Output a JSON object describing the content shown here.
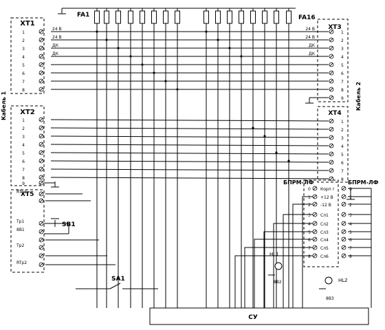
{
  "labels": {
    "fa_first": "FA1",
    "fa_last": "FA16",
    "cable1": "Кабель 1",
    "cable2": "Кабель 2",
    "control_unit": "СУ",
    "switch": "SA1",
    "button": "SB1",
    "bprm_left": "БПРМ-ЛФ",
    "bprm_right": "БПРМ-ЛФ",
    "lamp1": "HL1",
    "lamp2": "HL2",
    "plug1": "8В2",
    "plug2": "8В3"
  },
  "blocks": {
    "xt1": {
      "title": "XT1",
      "pins": [
        "1",
        "2",
        "3",
        "4",
        "5",
        "6",
        "7",
        "8"
      ],
      "notes": [
        "24 В",
        "24 В",
        "ДК",
        "ДК"
      ]
    },
    "xt2": {
      "title": "XT2",
      "pins": [
        "1",
        "2",
        "3",
        "4",
        "5",
        "6",
        "7",
        "8",
        "9"
      ]
    },
    "xt3": {
      "title": "XT3",
      "pins": [
        "1",
        "2",
        "3",
        "4",
        "5",
        "6",
        "7",
        "8",
        "9"
      ],
      "notes": [
        "24 В",
        "24 В",
        "ДК",
        "ДК"
      ]
    },
    "xt4": {
      "title": "XT4",
      "pins": [
        "1",
        "2",
        "3",
        "4",
        "5",
        "6",
        "7",
        "8"
      ]
    },
    "xt5": {
      "title": "XT5",
      "rows": [
        "RTp1",
        "",
        "Tp1",
        "8B1",
        "",
        "Tp2",
        "",
        "RTp2"
      ]
    },
    "bprm": {
      "pins": [
        "0",
        "1",
        "2",
        "3",
        "4",
        "5",
        "6",
        "7",
        "8"
      ],
      "signals": [
        "Корп г",
        "+12 В",
        "-12 В",
        "Сл1",
        "Сл2",
        "Сл3",
        "Сл4",
        "Сл5",
        "Сл6"
      ]
    }
  }
}
